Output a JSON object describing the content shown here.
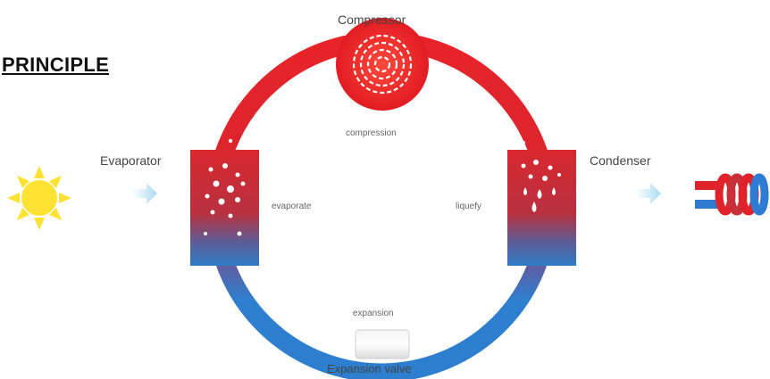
{
  "title": "PRINCIPLE",
  "labels": {
    "compressor": "Compressor",
    "evaporator": "Evaporator",
    "condenser": "Condenser",
    "compression": "compression",
    "evaporate": "evaporate",
    "liquefy": "liquefy",
    "expansion": "expansion",
    "expansion_valve": "Expansion valve"
  },
  "icons": {
    "heat_source": "sun-icon",
    "heat_output": "radiator-coil-icon",
    "flow_arrows": "arrow-right-icon"
  },
  "colors": {
    "hot": "#e8232a",
    "cold": "#2e7fd0",
    "sun": "#ffe234",
    "arrow": "#bfe4f4"
  }
}
